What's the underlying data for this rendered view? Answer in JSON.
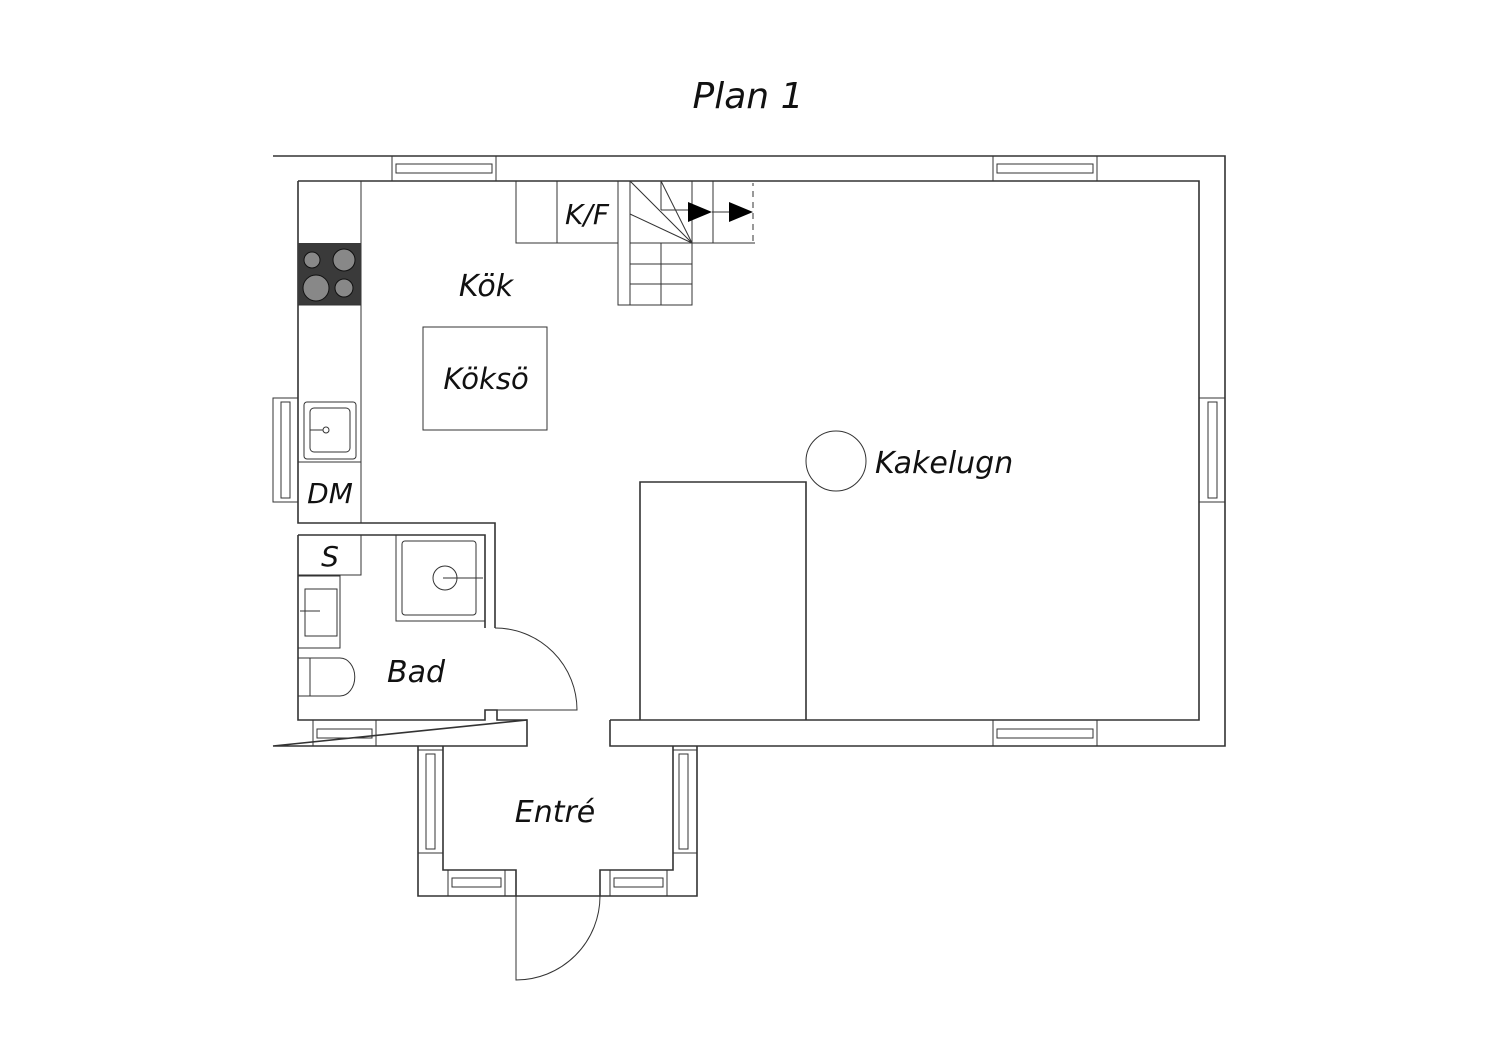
{
  "title": "Plan 1",
  "rooms": {
    "kitchen": "Kök",
    "utility": "K/F",
    "island": "Köksö",
    "dishwasher": "DM",
    "closet": "S",
    "bathroom": "Bad",
    "entrance": "Entré",
    "stove": "Kakelugn"
  }
}
